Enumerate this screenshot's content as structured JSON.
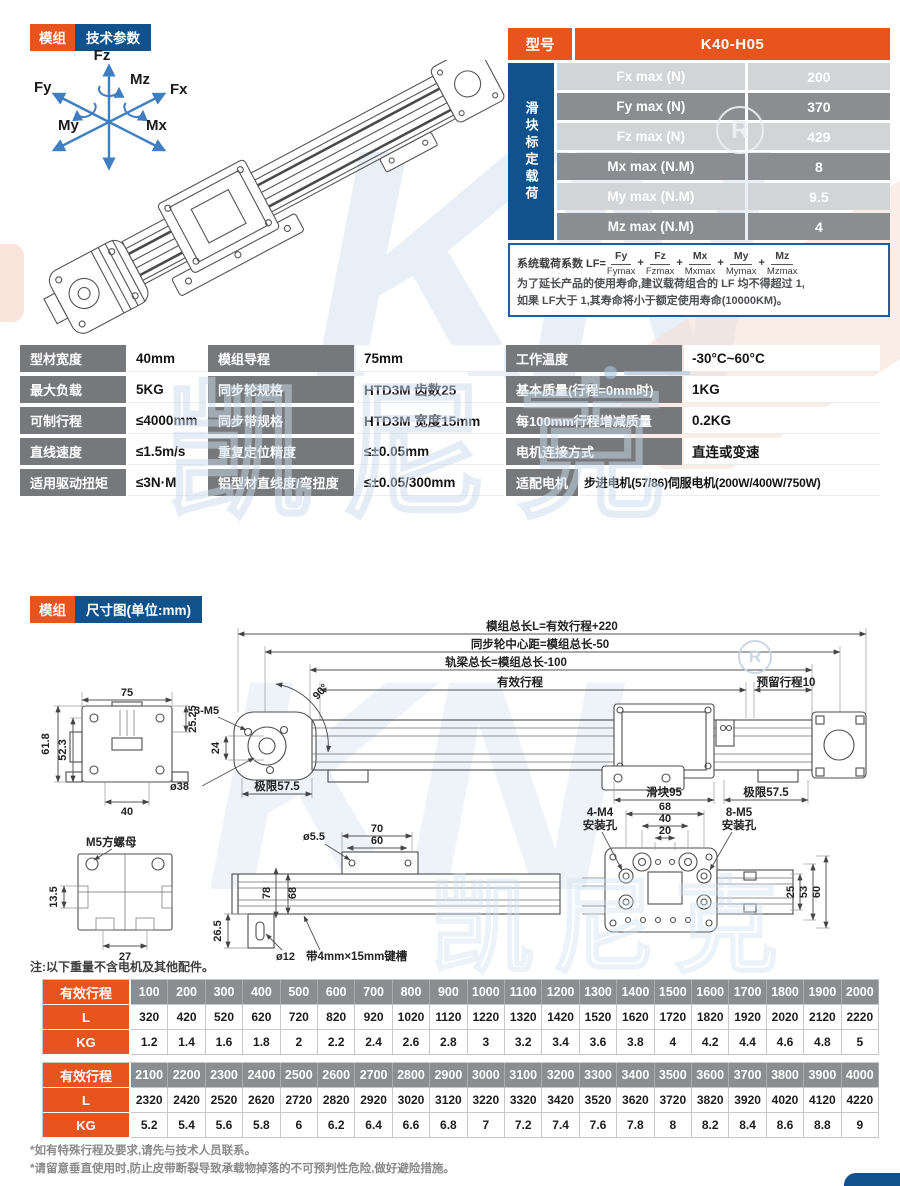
{
  "badges": {
    "section1": {
      "tag": "模组",
      "title": "技术参数"
    },
    "section2": {
      "tag": "模组",
      "title": "尺寸图(单位:mm)"
    }
  },
  "axis_diagram": {
    "fz": "Fz",
    "mz": "Mz",
    "fx": "Fx",
    "fy": "Fy",
    "my": "My",
    "mx": "Mx"
  },
  "load_table": {
    "model_label": "型号",
    "model_value": "K40-H05",
    "side_label": "滑块标定载荷",
    "rows": [
      {
        "label": "Fx max (N)",
        "value": "200"
      },
      {
        "label": "Fy max (N)",
        "value": "370"
      },
      {
        "label": "Fz max (N)",
        "value": "429"
      },
      {
        "label": "Mx max (N.M)",
        "value": "8"
      },
      {
        "label": "My max (N.M)",
        "value": "9.5"
      },
      {
        "label": "Mz max (N.M)",
        "value": "4"
      }
    ]
  },
  "formula": {
    "prefix": "系统载荷系数 LF=",
    "plus": "+",
    "terms": [
      {
        "num": "Fy",
        "den": "Fymax"
      },
      {
        "num": "Fz",
        "den": "Fzmax"
      },
      {
        "num": "Mx",
        "den": "Mxmax"
      },
      {
        "num": "My",
        "den": "Mymax"
      },
      {
        "num": "Mz",
        "den": "Mzmax"
      }
    ],
    "note_line1": "为了延长产品的使用寿命,建议载荷组合的 LF 均不得超过 1,",
    "note_line2": "如果 LF大于 1,其寿命将小于额定使用寿命(10000KM)。"
  },
  "spec_table": {
    "rows": [
      [
        {
          "label": "型材宽度",
          "value": "40mm"
        },
        {
          "label": "模组导程",
          "value": "75mm"
        },
        {
          "label": "工作温度",
          "value": "-30°C~60°C"
        }
      ],
      [
        {
          "label": "最大负载",
          "value": "5KG"
        },
        {
          "label": "同步轮规格",
          "value": "HTD3M 齿数25"
        },
        {
          "label": "基本质量(行程=0mm时)",
          "value": "1KG"
        }
      ],
      [
        {
          "label": "可制行程",
          "value": "≤4000mm"
        },
        {
          "label": "同步带规格",
          "value": "HTD3M 宽度15mm"
        },
        {
          "label": "每100mm行程增减质量",
          "value": "0.2KG"
        }
      ],
      [
        {
          "label": "直线速度",
          "value": "≤1.5m/s"
        },
        {
          "label": "重复定位精度",
          "value": "≤±0.05mm"
        },
        {
          "label": "电机连接方式",
          "value": "直连或变速"
        }
      ],
      [
        {
          "label": "适用驱动扭矩",
          "value": "≤3N·M"
        },
        {
          "label": "铝型材直线度/弯扭度",
          "value": "≤±0.05/300mm"
        },
        {
          "label": "适配电机",
          "value": "步进电机(57/86)伺服电机(200W/400W/750W)"
        }
      ]
    ]
  },
  "dims": {
    "total_length": "模组总长L=有效行程+220",
    "pulley_cc": "同步轮中心距=模组总长-50",
    "rail_total": "轨梁总长=模组总长-100",
    "effective": "有效行程",
    "reserved": "预留行程10",
    "slider95": "滑块95",
    "limit_l": "极限57.5",
    "limit_r": "极限57.5",
    "w75": "75",
    "h618": "61.8",
    "h523": "52.3",
    "w40": "40",
    "h2525": "25.25",
    "m5x3": "3-M5",
    "h24": "24",
    "d38": "ø38",
    "deg90": "90°",
    "nut": "M5方螺母",
    "h135": "13.5",
    "w27": "27",
    "d55": "ø5.5",
    "w70": "70",
    "w60": "60",
    "h78": "78",
    "h68": "68",
    "h265": "26.5",
    "d12": "ø12",
    "keyway": "带4mm×15mm键槽",
    "w68": "68",
    "w40b": "40",
    "w20": "20",
    "m4holes1": "4-M4",
    "m4holes2": "安装孔",
    "m5holes1": "8-M5",
    "m5holes2": "安装孔",
    "h25": "25",
    "h53": "53",
    "h60": "60"
  },
  "stroke_tables": [
    {
      "header_label": "有效行程",
      "l_label": "L",
      "kg_label": "KG",
      "strokes": [
        "100",
        "200",
        "300",
        "400",
        "500",
        "600",
        "700",
        "800",
        "900",
        "1000",
        "1100",
        "1200",
        "1300",
        "1400",
        "1500",
        "1600",
        "1700",
        "1800",
        "1900",
        "2000"
      ],
      "l_values": [
        "320",
        "420",
        "520",
        "620",
        "720",
        "820",
        "920",
        "1020",
        "1120",
        "1220",
        "1320",
        "1420",
        "1520",
        "1620",
        "1720",
        "1820",
        "1920",
        "2020",
        "2120",
        "2220"
      ],
      "kg_values": [
        "1.2",
        "1.4",
        "1.6",
        "1.8",
        "2",
        "2.2",
        "2.4",
        "2.6",
        "2.8",
        "3",
        "3.2",
        "3.4",
        "3.6",
        "3.8",
        "4",
        "4.2",
        "4.4",
        "4.6",
        "4.8",
        "5"
      ]
    },
    {
      "header_label": "有效行程",
      "l_label": "L",
      "kg_label": "KG",
      "strokes": [
        "2100",
        "2200",
        "2300",
        "2400",
        "2500",
        "2600",
        "2700",
        "2800",
        "2900",
        "3000",
        "3100",
        "3200",
        "3300",
        "3400",
        "3500",
        "3600",
        "3700",
        "3800",
        "3900",
        "4000"
      ],
      "l_values": [
        "2320",
        "2420",
        "2520",
        "2620",
        "2720",
        "2820",
        "2920",
        "3020",
        "3120",
        "3220",
        "3320",
        "3420",
        "3520",
        "3620",
        "3720",
        "3820",
        "3920",
        "4020",
        "4120",
        "4220"
      ],
      "kg_values": [
        "5.2",
        "5.4",
        "5.6",
        "5.8",
        "6",
        "6.2",
        "6.4",
        "6.6",
        "6.8",
        "7",
        "7.2",
        "7.4",
        "7.6",
        "7.8",
        "8",
        "8.2",
        "8.4",
        "8.6",
        "8.8",
        "9"
      ]
    }
  ],
  "notes": {
    "weight_note": "注:以下重量不含电机及其他配件。",
    "footnote1": "*如有特殊行程及要求,请先与技术人员联系。",
    "footnote2": "*请留意垂直使用时,防止皮带断裂导致承载物掉落的不可预判性危险,做好避险措施。"
  },
  "watermark": {
    "kn": "KN",
    "brand": "凯尼克",
    "registered": "R"
  }
}
